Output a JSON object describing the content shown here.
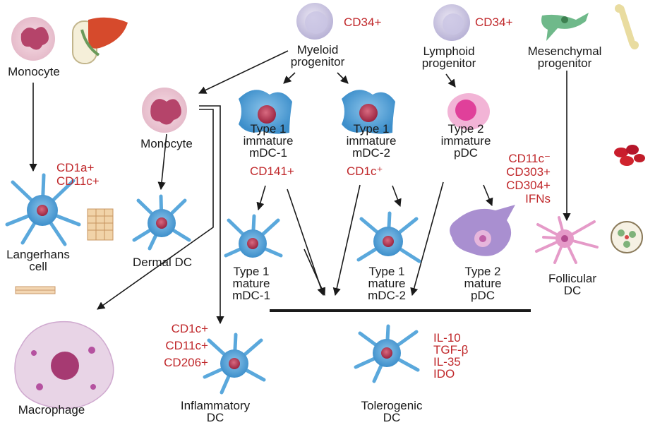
{
  "colors": {
    "marker_text": "#c0282b",
    "label_text": "#1a1a1a",
    "dc_cell_body": "#4d9fd4",
    "dc_nucleus": "#b03048",
    "pdc_cell_body": "#a98fd0",
    "follicular_dc": "#e59ac8",
    "monocyte_nucleus": "#b5446a",
    "macrophage_body": "#e8d4e6",
    "arrow": "#1a1a1a"
  },
  "cells": {
    "monocyte_top": {
      "label": "Monocyte"
    },
    "monocyte_mid": {
      "label": "Monocyte"
    },
    "myeloid_progenitor": {
      "label_lines": [
        "Myeloid",
        "progenitor"
      ],
      "marker": "CD34+"
    },
    "lymphoid_progenitor": {
      "label_lines": [
        "Lymphoid",
        "progenitor"
      ],
      "marker": "CD34+"
    },
    "mesenchymal_progenitor": {
      "label_lines": [
        "Mesenchymal",
        "progenitor"
      ]
    },
    "langerhans": {
      "label_lines": [
        "Langerhans",
        "cell"
      ],
      "markers": [
        "CD1a+",
        "CD11c+"
      ]
    },
    "dermal_dc": {
      "label": "Dermal DC"
    },
    "immature_mdc1": {
      "label_lines": [
        "Type 1",
        "immature",
        "mDC-1"
      ],
      "marker": "CD141+"
    },
    "immature_mdc2": {
      "label_lines": [
        "Type 1",
        "immature",
        "mDC-2"
      ],
      "marker": "CD1c⁺"
    },
    "immature_pdc": {
      "label_lines": [
        "Type 2",
        "immature",
        "pDC"
      ]
    },
    "pdc_markers": [
      "CD11c⁻",
      "CD303+",
      "CD304+",
      "IFNs"
    ],
    "mature_mdc1": {
      "label_lines": [
        "Type 1",
        "mature",
        "mDC-1"
      ]
    },
    "mature_mdc2": {
      "label_lines": [
        "Type 1",
        "mature",
        "mDC-2"
      ]
    },
    "mature_pdc": {
      "label_lines": [
        "Type 2",
        "mature",
        "pDC"
      ]
    },
    "follicular_dc": {
      "label_lines": [
        "Follicular",
        "DC"
      ]
    },
    "macrophage": {
      "label": "Macrophage"
    },
    "inflammatory_dc": {
      "label_lines": [
        "Inflammatory",
        "DC"
      ],
      "markers": [
        "CD1c+",
        "CD11c+",
        "CD206+"
      ]
    },
    "tolerogenic_dc": {
      "label_lines": [
        "Tolerogenic",
        "DC"
      ],
      "markers": [
        "IL-10",
        "TGF-β",
        "IL-35",
        "IDO"
      ]
    }
  },
  "icons": [
    "liver-icon",
    "bone-icon",
    "red-blood-cells-icon",
    "lymph-node-icon",
    "skin-tissue-icon",
    "epithelium-strip-icon"
  ]
}
